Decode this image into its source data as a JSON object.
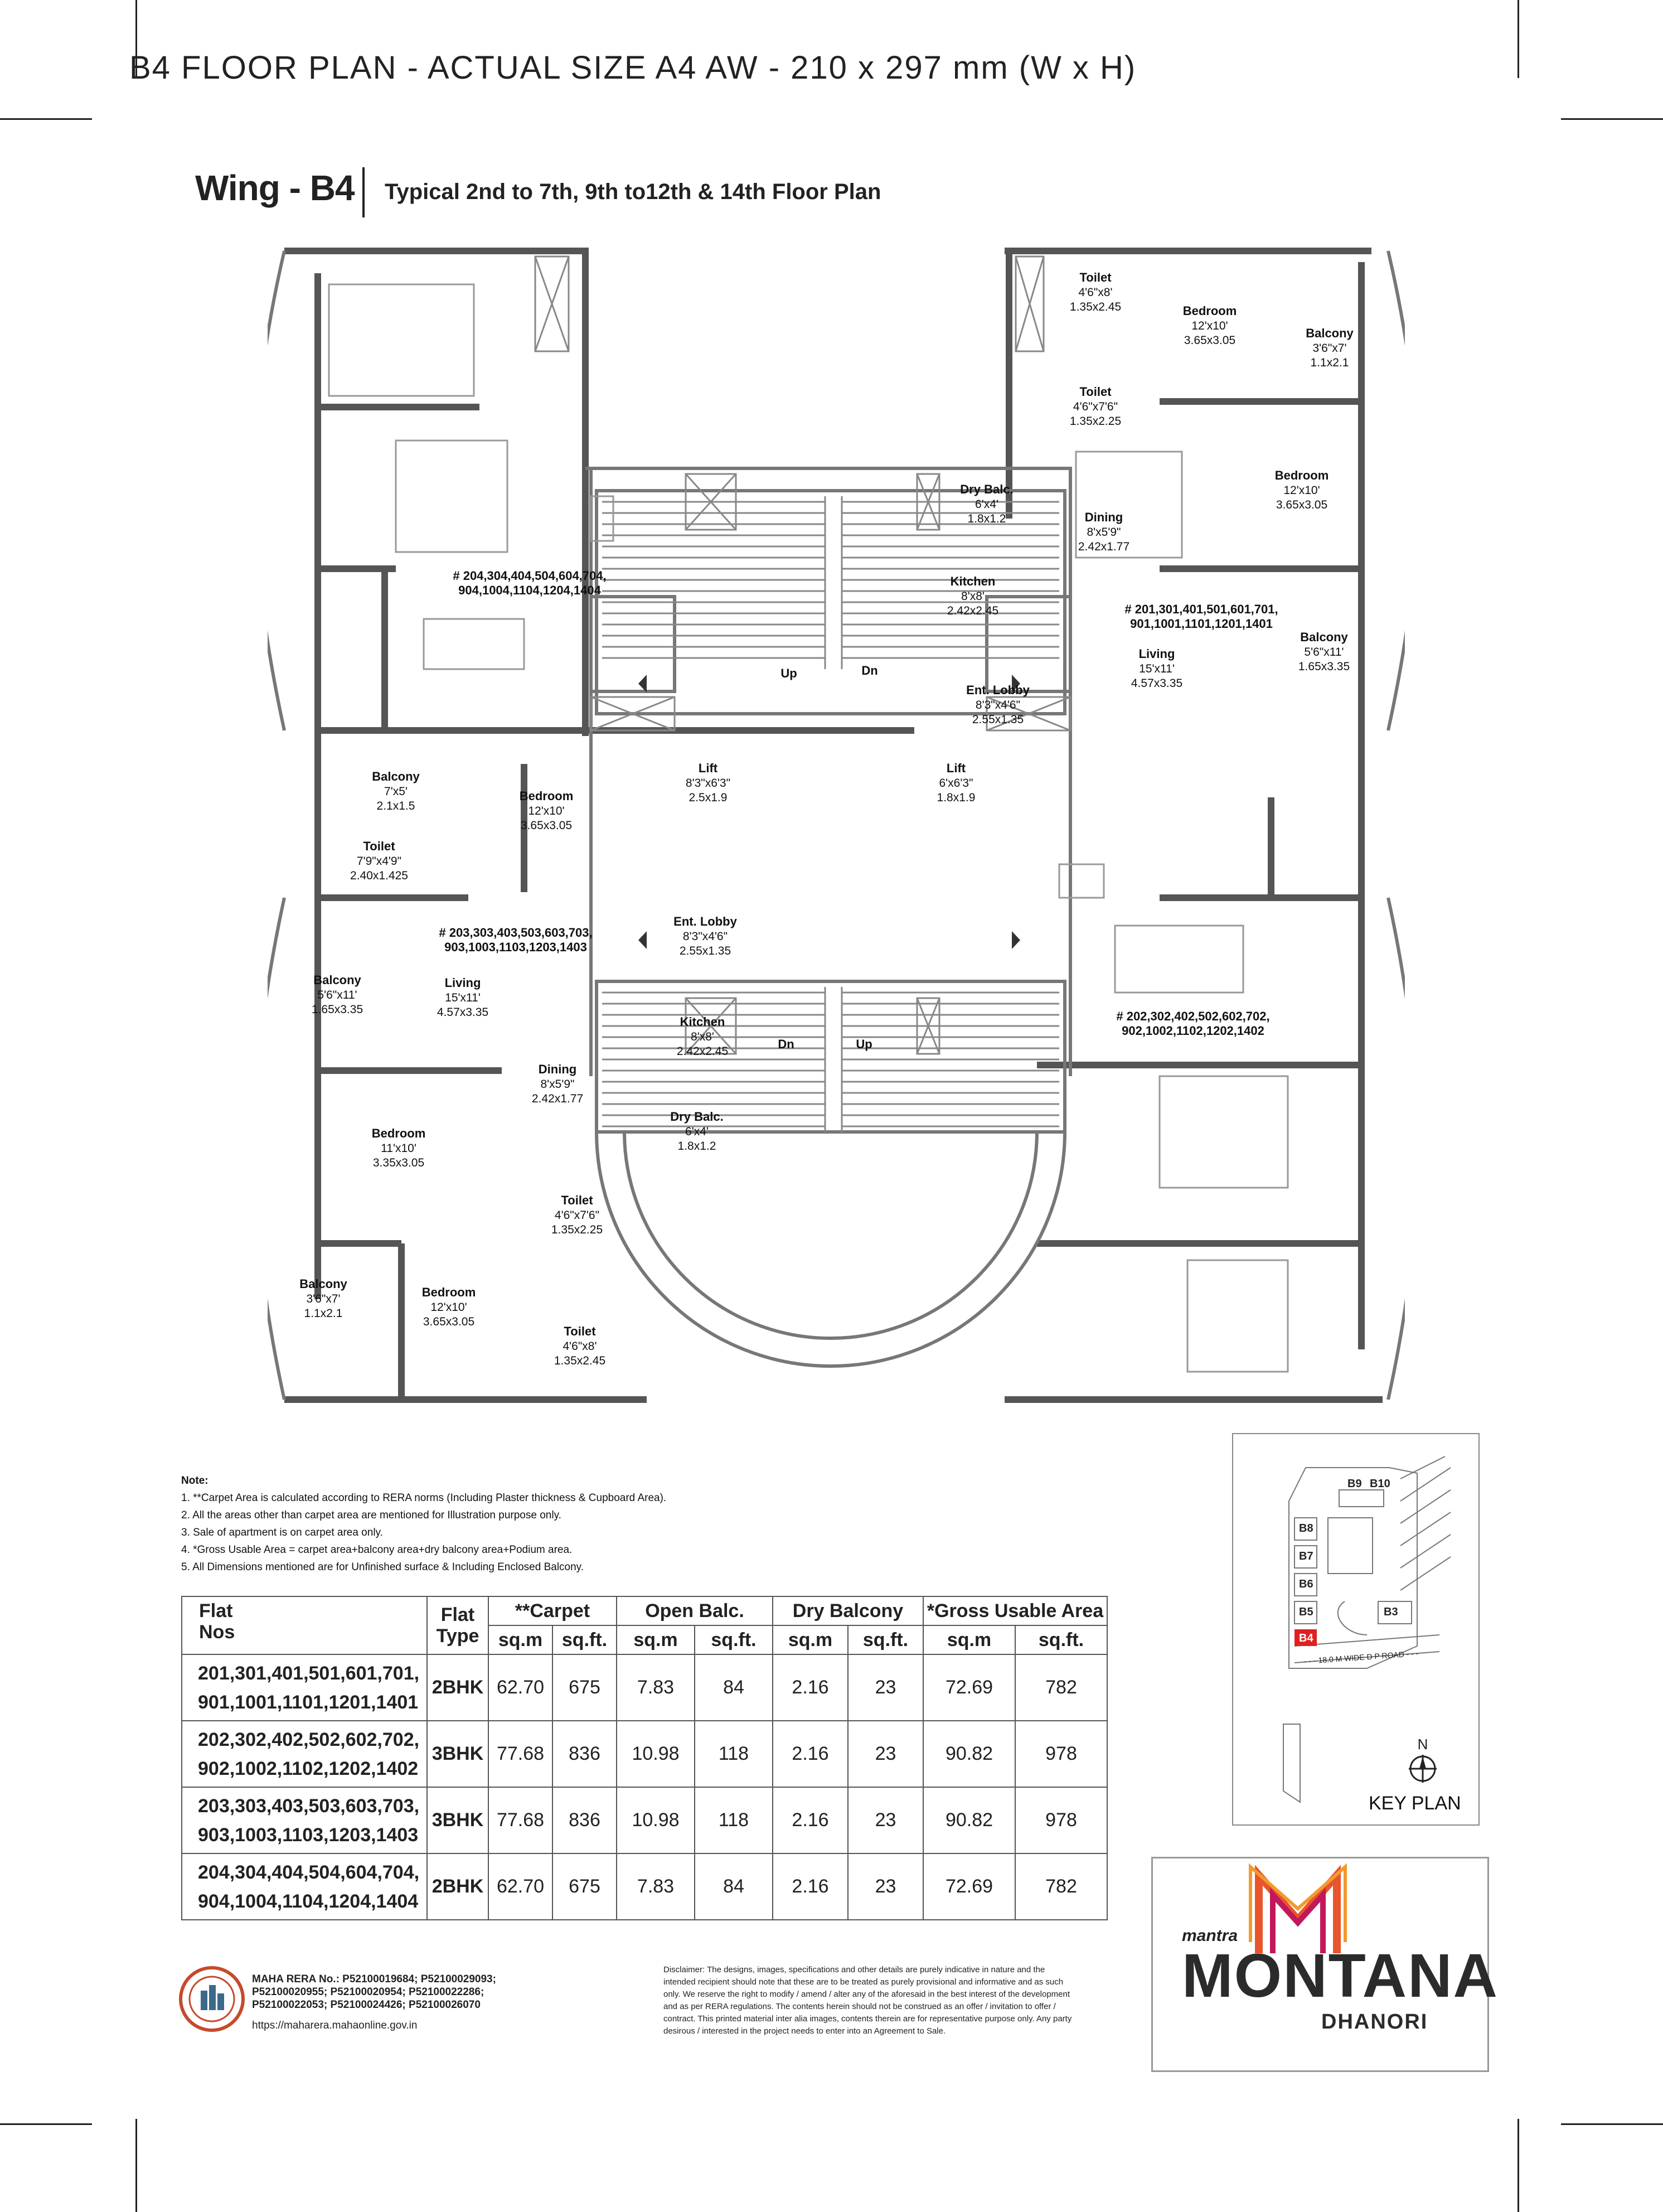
{
  "header": {
    "title": "B4 FLOOR PLAN - ACTUAL SIZE A4 AW - 210 x 297 mm (W x H)"
  },
  "wing": {
    "title": "Wing - B4",
    "subtitle": "Typical 2nd to 7th, 9th to12th & 14th Floor Plan"
  },
  "plan": {
    "rooms": {
      "tl_flats": [
        "# 204,304,404,504,604,704,",
        "904,1004,1104,1204,1404"
      ],
      "tr_toilet1": [
        "Toilet",
        "4'6\"x8'",
        "1.35x2.45"
      ],
      "tr_bedroom1": [
        "Bedroom",
        "12'x10'",
        "3.65x3.05"
      ],
      "tr_balcony1": [
        "Balcony",
        "3'6\"x7'",
        "1.1x2.1"
      ],
      "tr_toilet2": [
        "Toilet",
        "4'6\"x7'6\"",
        "1.35x2.25"
      ],
      "tr_bedroom2": [
        "Bedroom",
        "12'x10'",
        "3.65x3.05"
      ],
      "tr_drybalc": [
        "Dry Balc.",
        "6'x4'",
        "1.8x1.2"
      ],
      "tr_dining": [
        "Dining",
        "8'x5'9\"",
        "2.42x1.77"
      ],
      "tr_kitchen": [
        "Kitchen",
        "8'x8'",
        "2.42x2.45"
      ],
      "tr_flats": [
        "# 201,301,401,501,601,701,",
        "901,1001,1101,1201,1401"
      ],
      "tr_living": [
        "Living",
        "15'x11'",
        "4.57x3.35"
      ],
      "tr_balcony2": [
        "Balcony",
        "5'6\"x11'",
        "1.65x3.35"
      ],
      "tr_entlobby": [
        "Ent. Lobby",
        "8'3\"x4'6\"",
        "2.55x1.35"
      ],
      "stair_up_top": "Up",
      "stair_dn_top": "Dn",
      "lift_left": [
        "Lift",
        "8'3\"x6'3\"",
        "2.5x1.9"
      ],
      "lift_right": [
        "Lift",
        "6'x6'3\"",
        "1.8x1.9"
      ],
      "bl_balcony1": [
        "Balcony",
        "7'x5'",
        "2.1x1.5"
      ],
      "bl_bedroom1": [
        "Bedroom",
        "12'x10'",
        "3.65x3.05"
      ],
      "bl_toilet1": [
        "Toilet",
        "7'9\"x4'9\"",
        "2.40x1.425"
      ],
      "bl_entlobby": [
        "Ent. Lobby",
        "8'3\"x4'6\"",
        "2.55x1.35"
      ],
      "bl_flats": [
        "# 203,303,403,503,603,703,",
        "903,1003,1103,1203,1403"
      ],
      "bl_balcony2": [
        "Balcony",
        "5'6\"x11'",
        "1.65x3.35"
      ],
      "bl_living": [
        "Living",
        "15'x11'",
        "4.57x3.35"
      ],
      "bl_kitchen": [
        "Kitchen",
        "8'x8'",
        "2.42x2.45"
      ],
      "bl_dining": [
        "Dining",
        "8'x5'9\"",
        "2.42x1.77"
      ],
      "bl_bedroom2": [
        "Bedroom",
        "11'x10'",
        "3.35x3.05"
      ],
      "bl_drybalc": [
        "Dry Balc.",
        "6'x4'",
        "1.8x1.2"
      ],
      "bl_toilet2": [
        "Toilet",
        "4'6\"x7'6\"",
        "1.35x2.25"
      ],
      "bl_balcony3": [
        "Balcony",
        "3'6\"x7'",
        "1.1x2.1"
      ],
      "bl_bedroom3": [
        "Bedroom",
        "12'x10'",
        "3.65x3.05"
      ],
      "bl_toilet3": [
        "Toilet",
        "4'6\"x8'",
        "1.35x2.45"
      ],
      "stair_dn_bottom": "Dn",
      "stair_up_bottom": "Up",
      "br_flats": [
        "# 202,302,402,502,602,702,",
        "902,1002,1102,1202,1402"
      ]
    }
  },
  "notes": {
    "heading": "Note:",
    "items": [
      "1.  **Carpet Area is calculated according to RERA norms (Including Plaster thickness & Cupboard Area).",
      "2.  All the areas other than carpet area are mentioned for Illustration purpose only.",
      "3.  Sale of apartment is on carpet area only.",
      "4.  *Gross Usable Area = carpet area+balcony area+dry balcony area+Podium area.",
      "5.  All Dimensions mentioned are for Unfinished surface & Including Enclosed Balcony."
    ]
  },
  "area_table": {
    "headers": {
      "flat_nos": "Flat\nNos",
      "flat_type": "Flat\nType",
      "carpet": "**Carpet",
      "open_balc": "Open Balc.",
      "dry_balcony": "Dry Balcony",
      "gross": "*Gross Usable Area",
      "sqm": "sq.m",
      "sqft": "sq.ft."
    },
    "rows": [
      {
        "flats": [
          "201,301,401,501,601,701,",
          "901,1001,1101,1201,1401"
        ],
        "type": "2BHK",
        "carpet_sqm": "62.70",
        "carpet_sqft": "675",
        "open_sqm": "7.83",
        "open_sqft": "84",
        "dry_sqm": "2.16",
        "dry_sqft": "23",
        "gross_sqm": "72.69",
        "gross_sqft": "782"
      },
      {
        "flats": [
          "202,302,402,502,602,702,",
          "902,1002,1102,1202,1402"
        ],
        "type": "3BHK",
        "carpet_sqm": "77.68",
        "carpet_sqft": "836",
        "open_sqm": "10.98",
        "open_sqft": "118",
        "dry_sqm": "2.16",
        "dry_sqft": "23",
        "gross_sqm": "90.82",
        "gross_sqft": "978"
      },
      {
        "flats": [
          "203,303,403,503,603,703,",
          "903,1003,1103,1203,1403"
        ],
        "type": "3BHK",
        "carpet_sqm": "77.68",
        "carpet_sqft": "836",
        "open_sqm": "10.98",
        "open_sqft": "118",
        "dry_sqm": "2.16",
        "dry_sqft": "23",
        "gross_sqm": "90.82",
        "gross_sqft": "978"
      },
      {
        "flats": [
          "204,304,404,504,604,704,",
          "904,1004,1104,1204,1404"
        ],
        "type": "2BHK",
        "carpet_sqm": "62.70",
        "carpet_sqft": "675",
        "open_sqm": "7.83",
        "open_sqft": "84",
        "dry_sqm": "2.16",
        "dry_sqft": "23",
        "gross_sqm": "72.69",
        "gross_sqft": "782"
      }
    ]
  },
  "key_plan": {
    "label": "KEY PLAN",
    "north": "N",
    "road": "- - - 18.0 M WIDE D P ROAD - - -",
    "buildings": [
      "B9",
      "B10",
      "B8",
      "B7",
      "B6",
      "B5",
      "B4",
      "B3"
    ],
    "highlight_color": "#e02020"
  },
  "rera": {
    "lines": [
      "MAHA RERA No.: P52100019684; P52100029093;",
      "P52100020955; P52100020954; P52100022286;",
      "P52100022053; P52100024426; P52100026070"
    ],
    "link": "https://maharera.mahaonline.gov.in"
  },
  "disclaimer": "Disclaimer: The designs, images, specifications and other details are purely indicative in nature and the intended recipient should note that these are to be treated as purely provisional and informative and as such only. We reserve the right to modify / amend / alter any of the aforesaid in the best interest of the development and as per RERA regulations. The contents herein should not be construed as an offer / invitation to offer / contract. This printed material inter alia images, contents therein are for representative purpose only. Any party desirous / interested in the project needs to enter into an Agreement to Sale.",
  "brand": {
    "mantra": "mantra",
    "name": "MONTANA",
    "location": "DHANORI",
    "accent_colors": [
      "#e8552b",
      "#c2185b",
      "#f29a2e"
    ]
  }
}
